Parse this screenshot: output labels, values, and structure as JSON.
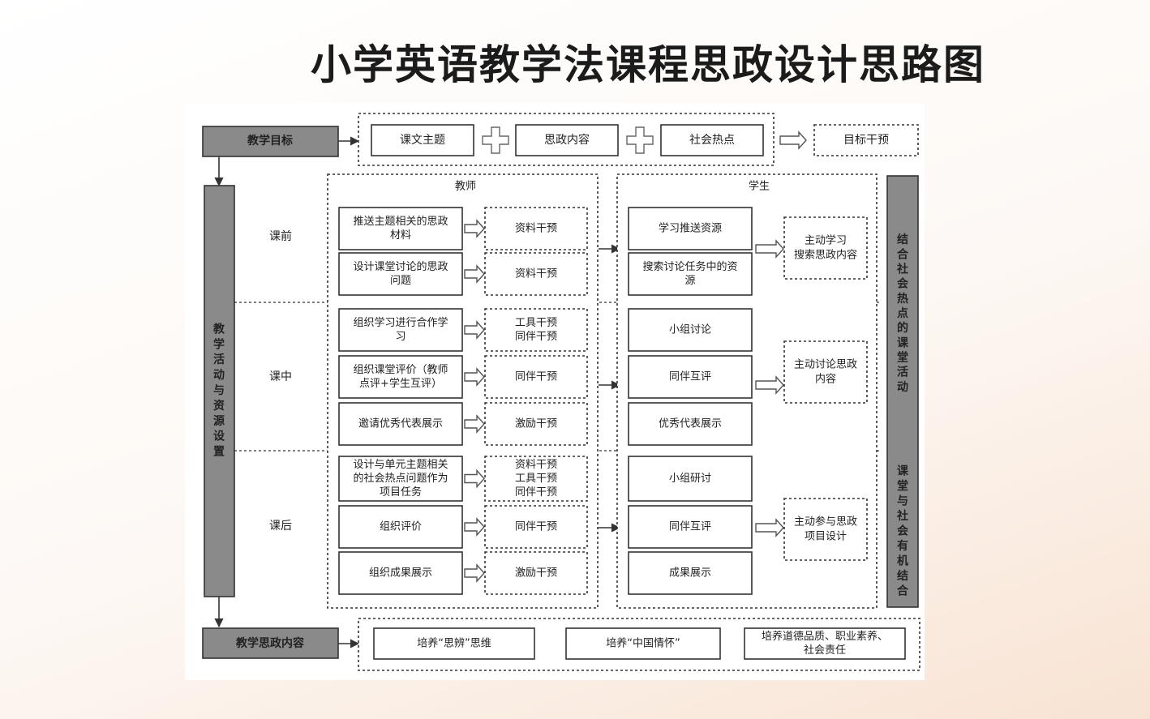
{
  "title": "小学英语教学法课程思政设计思路图",
  "diagram": {
    "goal_label": "教学目标",
    "goal_items": [
      "课文主题",
      "思政内容",
      "社会热点"
    ],
    "goal_result": "目标干预",
    "activity_label": "教学活动与资源设置",
    "teacher_label": "教师",
    "student_label": "学生",
    "side_top": "结合社会热点的课堂活动",
    "side_bottom": "课堂与社会有机结合",
    "stages": [
      {
        "name": "课前",
        "teacher": [
          {
            "action": [
              "推送主题相关的思政",
              "材料"
            ],
            "intervention": [
              "资料干预"
            ]
          },
          {
            "action": [
              "设计课堂讨论的思政",
              "问题"
            ],
            "intervention": [
              "资料干预"
            ]
          }
        ],
        "student": [
          [
            "学习推送资源"
          ],
          [
            "搜索讨论任务中的资",
            "源"
          ]
        ],
        "outcome": [
          "主动学习",
          "搜索思政内容"
        ]
      },
      {
        "name": "课中",
        "teacher": [
          {
            "action": [
              "组织学习进行合作学",
              "习"
            ],
            "intervention": [
              "工具干预",
              "同伴干预"
            ]
          },
          {
            "action": [
              "组织课堂评价（教师",
              "点评+学生互评）"
            ],
            "intervention": [
              "同伴干预"
            ]
          },
          {
            "action": [
              "邀请优秀代表展示"
            ],
            "intervention": [
              "激励干预"
            ]
          }
        ],
        "student": [
          [
            "小组讨论"
          ],
          [
            "同伴互评"
          ],
          [
            "优秀代表展示"
          ]
        ],
        "outcome": [
          "主动讨论思政",
          "内容"
        ]
      },
      {
        "name": "课后",
        "teacher": [
          {
            "action": [
              "设计与单元主题相关",
              "的社会热点问题作为",
              "项目任务"
            ],
            "intervention": [
              "资料干预",
              "工具干预",
              "同伴干预"
            ]
          },
          {
            "action": [
              "组织评价"
            ],
            "intervention": [
              "同伴干预"
            ]
          },
          {
            "action": [
              "组织成果展示"
            ],
            "intervention": [
              "激励干预"
            ]
          }
        ],
        "student": [
          [
            "小组研讨"
          ],
          [
            "同伴互评"
          ],
          [
            "成果展示"
          ]
        ],
        "outcome": [
          "主动参与思政",
          "项目设计"
        ]
      }
    ],
    "ideology_label": "教学思政内容",
    "ideology_items": [
      [
        "培养“思辨”思维"
      ],
      [
        "培养“中国情怀”"
      ],
      [
        "培养道德品质、职业素养、",
        "社会责任"
      ]
    ],
    "colors": {
      "dark_box": "#8a8a8a",
      "line": "#333333",
      "panel": "#ffffff"
    }
  }
}
